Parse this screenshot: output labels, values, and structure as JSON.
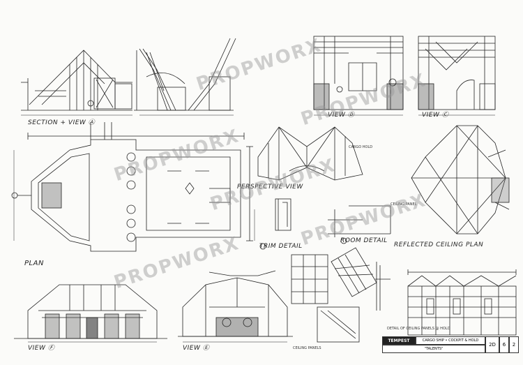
{
  "watermark": "PROPWORX",
  "labels": {
    "section_view_a": "SECTION + VIEW Ⓐ",
    "view_d": "VIEW Ⓓ",
    "view_c": "VIEW Ⓒ",
    "perspective": "PERSPECTIVE VIEW",
    "reflected_ceiling_plan": "REFLECTED CEILING PLAN",
    "plan": "PLAN",
    "trim_detail": "TRIM DETAIL",
    "room_detail": "ROOM DETAIL",
    "view_f": "VIEW Ⓕ",
    "view_e": "VIEW Ⓔ",
    "ceiling_panels": "DETAIL OF CEILING PANELS @ HOLD",
    "ceiling_panels_detail": "CEILING PANELS",
    "note_cargo": "CARGO HOLD",
    "note_ceiling": "CEILING PANEL"
  },
  "title_block": {
    "brand": "TEMPEST",
    "project": "CARGO SHIP • COCKPIT & HOLD",
    "subject": "\"TALENTS\"",
    "sheet_a": "2D",
    "sheet_b": "6",
    "sheet_c": "2"
  }
}
